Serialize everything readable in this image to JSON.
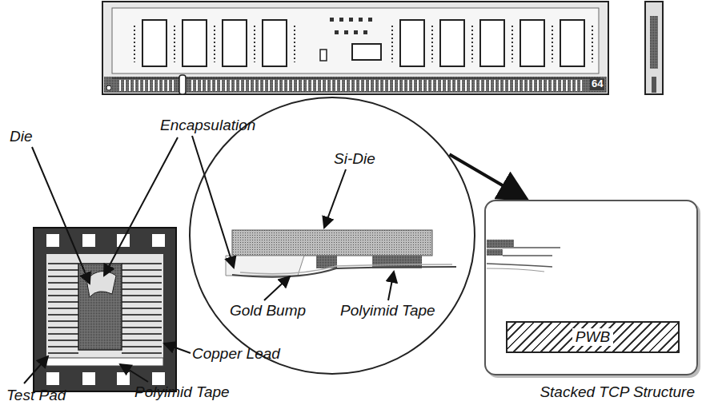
{
  "diagram": {
    "nodes": [
      {
        "text": [
          "Si-Die",
          "Gold Bump",
          "Polyimid Tape"
        ]
      },
      {
        "text": [
          "Stacked TCP Structure"
        ]
      },
      {
        "text": [
          "PWB"
        ],
        "in": 1
      }
    ],
    "edges": [
      {
        "from": 0,
        "to": 1,
        "arrow": "to"
      }
    ],
    "labels": [
      "64",
      "Die",
      "Encapsulation",
      "Test Pad",
      "Copper Lead",
      "Polyimid Tape"
    ]
  }
}
